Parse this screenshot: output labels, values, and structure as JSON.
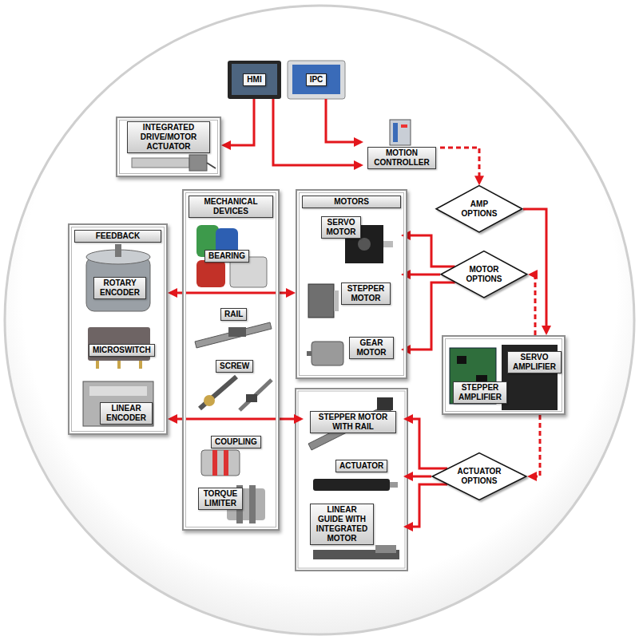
{
  "diagram": {
    "nodes": [
      {
        "text": [
          "HMI"
        ]
      },
      {
        "text": [
          "IPC"
        ]
      },
      {
        "text": [
          "INTEGRATED DRIVE/MOTOR ACTUATOR"
        ]
      },
      {
        "text": [
          "MOTION CONTROLLER"
        ]
      },
      {
        "text": [
          "AMP OPTIONS"
        ]
      },
      {
        "text": [
          "FEEDBACK"
        ]
      },
      {
        "text": [
          "ROTARY ENCODER"
        ],
        "in": 5
      },
      {
        "text": [
          "MICROSWITCH"
        ],
        "in": 5
      },
      {
        "text": [
          "LINEAR ENCODER"
        ],
        "in": 5
      },
      {
        "text": [
          "MECHANICAL DEVICES"
        ]
      },
      {
        "text": [
          "BEARING"
        ],
        "in": 9
      },
      {
        "text": [
          "RAIL"
        ],
        "in": 9
      },
      {
        "text": [
          "SCREW"
        ],
        "in": 9
      },
      {
        "text": [
          "COUPLING"
        ],
        "in": 9
      },
      {
        "text": [
          "TORQUE LIMITER"
        ],
        "in": 9
      },
      {
        "text": [
          "MOTORS"
        ]
      },
      {
        "text": [
          "SERVO MOTOR"
        ],
        "in": 15
      },
      {
        "text": [
          "STEPPER MOTOR"
        ],
        "in": 15
      },
      {
        "text": [
          "GEAR MOTOR"
        ],
        "in": 15
      },
      {
        "text": [
          "MOTOR OPTIONS"
        ]
      },
      {
        "text": [
          "SERVO AMPLIFIER",
          "STEPPER AMPLIFIER"
        ]
      },
      {
        "text": [
          "STEPPER MOTOR WITH RAIL"
        ]
      },
      {
        "text": [
          "ACTUATOR"
        ]
      },
      {
        "text": [
          "LINEAR GUIDE WITH INTEGRATED MOTOR"
        ]
      },
      {
        "text": [
          "ACTUATOR OPTIONS"
        ]
      }
    ],
    "edges": [
      {
        "from": 0,
        "to": 2,
        "arrow": "to"
      },
      {
        "from": 0,
        "to": 3,
        "arrow": "to"
      },
      {
        "from": 1,
        "to": 3,
        "arrow": "to"
      },
      {
        "from": 3,
        "to": 4,
        "arrow": "to"
      },
      {
        "from": 4,
        "to": 20,
        "arrow": "to"
      },
      {
        "from": 20,
        "to": 19,
        "arrow": "to"
      },
      {
        "from": 19,
        "to": 16,
        "arrow": "to"
      },
      {
        "from": 19,
        "to": 17,
        "arrow": "to"
      },
      {
        "from": 19,
        "to": 18,
        "arrow": "to"
      },
      {
        "from": 20,
        "to": 24,
        "arrow": "to"
      },
      {
        "from": 24,
        "to": 21,
        "arrow": "to"
      },
      {
        "from": 24,
        "to": 22,
        "arrow": "to"
      },
      {
        "from": 24,
        "to": 23,
        "arrow": "to"
      },
      {
        "from": 5,
        "to": 15,
        "arrow": "both"
      },
      {
        "from": 5,
        "to": 21,
        "arrow": "both"
      }
    ]
  }
}
